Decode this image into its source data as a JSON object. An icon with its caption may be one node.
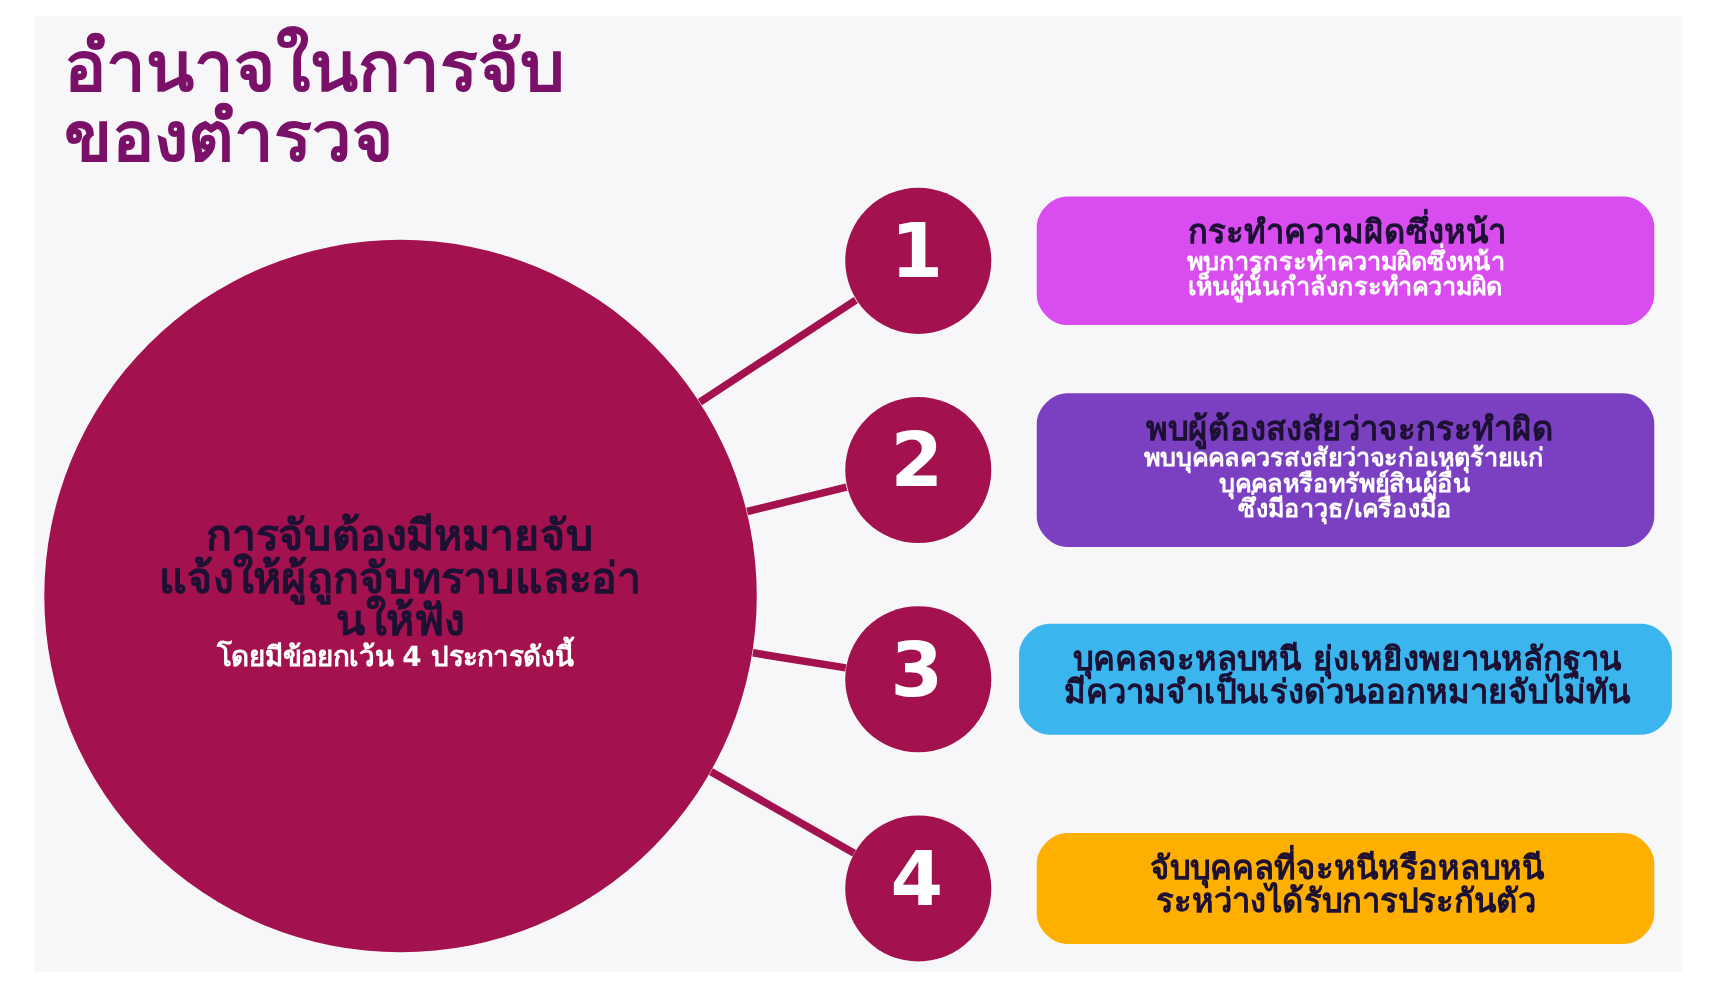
{
  "diagram": {
    "title": "อำนาจในการจับของตำรวจ",
    "nodes": [
      {
        "text": [
          "การจับต้องมีหมายจับแจ้งให้ผู้ถูกจับทราบและอ่านให้ฟัง",
          "โดยมีข้อยกเว้น 4 ประการดังนี้"
        ]
      },
      {
        "text": [
          "1"
        ]
      },
      {
        "text": [
          "กระทำความผิดซึ่งหน้า",
          "พบการกระทำความผิดซึ่งหน้า เห็นผู้นั้นกำลังกระทำความผิด"
        ]
      },
      {
        "text": [
          "2"
        ]
      },
      {
        "text": [
          "พบผู้ต้องสงสัยว่าจะกระทำผิด",
          "พบบุคคลควรสงสัยว่าจะก่อเหตุร้ายแก่บุคคลหรือทรัพย์สินผู้อื่น ซึ่งมีอาวุธ/เครื่องมือ"
        ]
      },
      {
        "text": [
          "3"
        ]
      },
      {
        "text": [
          "บุคคลจะหลบหนี ยุ่งเหยิงพยานหลักฐาน มีความจำเป็นเร่งด่วนออกหมายจับไม่ทัน"
        ]
      },
      {
        "text": [
          "4"
        ]
      },
      {
        "text": [
          "จับบุคคลที่จะหนีหรือหลบหนีระหว่างได้รับการประกันตัว"
        ]
      }
    ],
    "edges": [
      {
        "from": 0,
        "to": 1,
        "arrow": "none"
      },
      {
        "from": 0,
        "to": 3,
        "arrow": "none"
      },
      {
        "from": 0,
        "to": 5,
        "arrow": "none"
      },
      {
        "from": 0,
        "to": 7,
        "arrow": "none"
      }
    ]
  }
}
